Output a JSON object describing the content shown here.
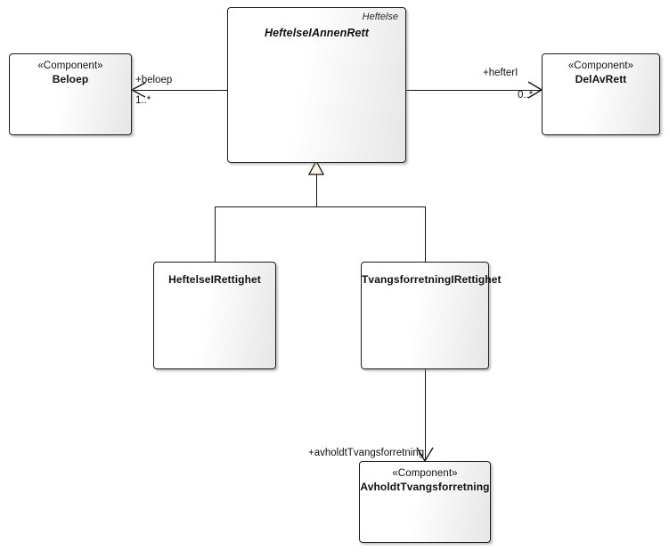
{
  "diagram": {
    "tag": "Heftelse",
    "background": "#ffffff",
    "line_color": "#151515"
  },
  "nodes": {
    "heftelse_i_annen_rett": {
      "name": "HeftelseIAnnenRett",
      "stereotype": "",
      "tag": "Heftelse"
    },
    "beloep": {
      "stereotype": "«Component»",
      "name": "Beloep"
    },
    "del_av_rett": {
      "stereotype": "«Component»",
      "name": "DelAvRett"
    },
    "heftelse_i_rettighet": {
      "stereotype": "",
      "name": "HeftelseIRettighet"
    },
    "tvangsforretning_i_rettighet": {
      "stereotype": "",
      "name": "TvangsforretningIRettighet"
    },
    "avholdt_tvangsforretning": {
      "stereotype": "«Component»",
      "name": "AvholdtTvangsforretning"
    }
  },
  "edges": {
    "beloep_assoc": {
      "role": "+beloep",
      "multiplicity": "1..*"
    },
    "del_av_rett_assoc": {
      "role": "+hefterI",
      "multiplicity": "0..*"
    },
    "avholdt_assoc": {
      "role": "+avholdtTvangsforretning",
      "multiplicity": ""
    }
  }
}
